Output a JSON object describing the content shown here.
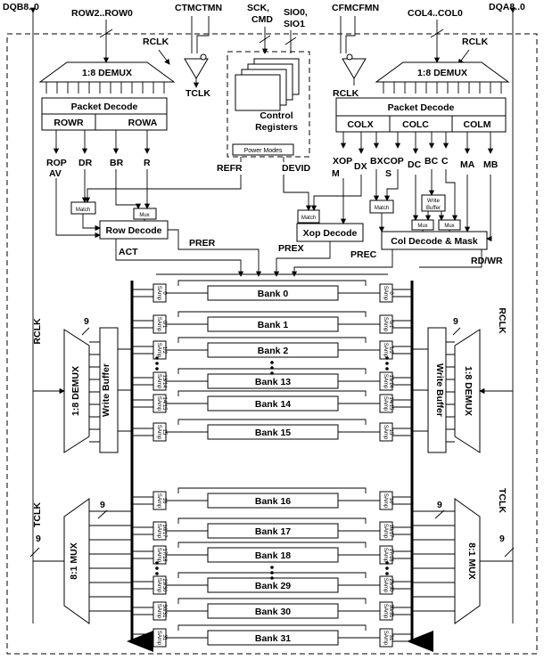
{
  "top_labels": {
    "dqb": "DQB8..0",
    "dqa": "DQA8..0",
    "row_bus": "ROW2..ROW0",
    "ctm": "CTMCTMN",
    "sck_cmd": [
      "SCK,",
      "CMD"
    ],
    "sio": [
      "SIO0,",
      "SIO1"
    ],
    "cfm": "CFMCFMN",
    "col_bus": "COL4..COL0"
  },
  "row_side": {
    "rclk": "RCLK",
    "demux": "1:8 DEMUX",
    "packet_decode": "Packet Decode",
    "rowr": "ROWR",
    "rowa": "ROWA",
    "signals": [
      "ROP",
      "AV",
      "DR",
      "BR",
      "R"
    ]
  },
  "tclk": "TCLK",
  "control": {
    "title": [
      "Control",
      "Registers"
    ],
    "power_modes": "Power Modes",
    "refr": "REFR",
    "devid": "DEVID"
  },
  "col_side": {
    "rclk": "RCLK",
    "demux": "1:8 DEMUX",
    "packet_decode": "Packet Decode",
    "colx": "COLX",
    "colc": "COLC",
    "colm": "COLM",
    "signals": [
      "XOP",
      "M",
      "DX",
      "BX",
      "COP",
      "S",
      "DC",
      "BC",
      "C",
      "MA",
      "MB"
    ]
  },
  "decoders": {
    "match": "Match",
    "mux": "Mux",
    "row_decode": "Row Decode",
    "xop_decode": "Xop Decode",
    "col_decode": "Col Decode & Mask",
    "write_buffer": [
      "Write",
      "Buffer"
    ],
    "act": "ACT",
    "prer": "PRER",
    "prex": "PREX",
    "prec": "PREC",
    "rdwr": "RD/WR"
  },
  "banks": [
    "Bank 0",
    "Bank 1",
    "Bank 2",
    "Bank 13",
    "Bank 14",
    "Bank 15",
    "Bank 16",
    "Bank 17",
    "Bank 18",
    "Bank 29",
    "Bank 30",
    "Bank 31"
  ],
  "samp_label": "SAmp",
  "samp_ids": [
    "0",
    "0/1",
    "1/2",
    "13/14",
    "14/15",
    "15",
    "16",
    "16/17",
    "17/18",
    "29/30",
    "30/31",
    "31"
  ],
  "left_data": {
    "rclk": "RCLK",
    "demux": "1:8 DEMUX",
    "write_buffer": "Write Buffer",
    "tclk": "TCLK",
    "mux": "8:1 MUX",
    "width_in": "9",
    "width_out": "9",
    "width_dq": "9"
  },
  "right_data": {
    "rclk": "RCLK",
    "demux": "1:8 DEMUX",
    "write_buffer": "Write Buffer",
    "tclk": "TCLK",
    "mux": "8:1 MUX",
    "width_in": "9",
    "width_out": "9",
    "width_dq": "9"
  }
}
